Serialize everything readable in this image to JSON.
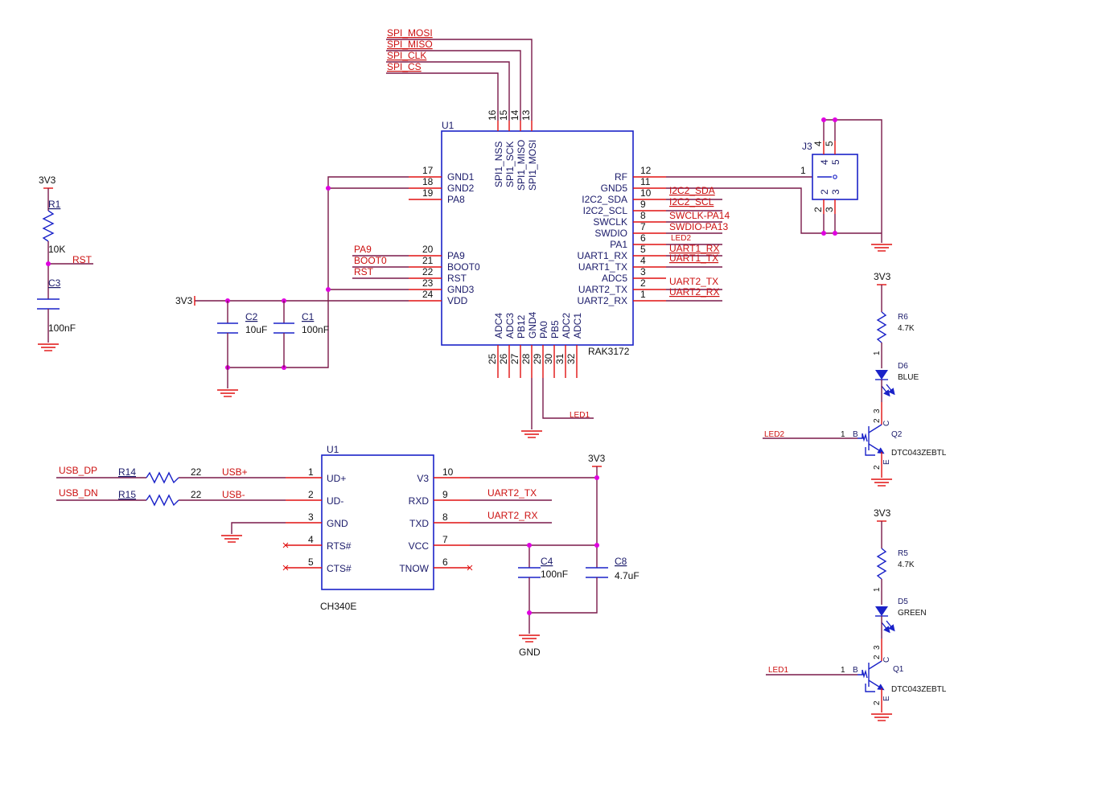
{
  "u1_rak": {
    "ref": "U1",
    "part": "RAK3172",
    "top_pins": [
      {
        "num": "16",
        "name": "SPI1_NSS"
      },
      {
        "num": "15",
        "name": "SPI1_SCK"
      },
      {
        "num": "14",
        "name": "SPI1_MISO"
      },
      {
        "num": "13",
        "name": "SPI1_MOSI"
      }
    ],
    "left_pins": [
      {
        "num": "17",
        "name": "GND1"
      },
      {
        "num": "18",
        "name": "GND2"
      },
      {
        "num": "19",
        "name": "PA8"
      },
      {
        "num": "20",
        "name": "PA9"
      },
      {
        "num": "21",
        "name": "BOOT0"
      },
      {
        "num": "22",
        "name": "RST"
      },
      {
        "num": "23",
        "name": "GND3"
      },
      {
        "num": "24",
        "name": "VDD"
      }
    ],
    "right_pins": [
      {
        "num": "12",
        "name": "RF"
      },
      {
        "num": "11",
        "name": "GND5"
      },
      {
        "num": "10",
        "name": "I2C2_SDA"
      },
      {
        "num": "9",
        "name": "I2C2_SCL"
      },
      {
        "num": "8",
        "name": "SWCLK"
      },
      {
        "num": "7",
        "name": "SWDIO"
      },
      {
        "num": "6",
        "name": "PA1"
      },
      {
        "num": "5",
        "name": "UART1_RX"
      },
      {
        "num": "4",
        "name": "UART1_TX"
      },
      {
        "num": "3",
        "name": "ADC5"
      },
      {
        "num": "2",
        "name": "UART2_TX"
      },
      {
        "num": "1",
        "name": "UART2_RX"
      }
    ],
    "bottom_pins": [
      {
        "num": "25",
        "name": "ADC4"
      },
      {
        "num": "26",
        "name": "ADC3"
      },
      {
        "num": "27",
        "name": "PB12"
      },
      {
        "num": "28",
        "name": "GND4"
      },
      {
        "num": "29",
        "name": "PA0"
      },
      {
        "num": "30",
        "name": "PB5"
      },
      {
        "num": "31",
        "name": "ADC2"
      },
      {
        "num": "32",
        "name": "ADC1"
      }
    ]
  },
  "nets": {
    "spi": [
      "SPI_MOSI",
      "SPI_MISO",
      "SPI_CLK",
      "SPI_CS"
    ],
    "left": [
      "PA9",
      "BOOT0",
      "RST"
    ],
    "right": [
      "I2C2_SDA",
      "I2C2_SCL",
      "SWCLK-PA14",
      "SWDIO-PA13",
      "LED2",
      "UART1_RX",
      "UART1_TX",
      "UART2_TX",
      "UART2_RX"
    ],
    "led1": "LED1",
    "rst": "RST",
    "v3v3": "3V3"
  },
  "passives": {
    "r1": {
      "ref": "R1",
      "value": "10K"
    },
    "c3": {
      "ref": "C3",
      "value": "100nF"
    },
    "c2": {
      "ref": "C2",
      "value": "10uF"
    },
    "c1": {
      "ref": "C1",
      "value": "100nF"
    },
    "r14": {
      "ref": "R14",
      "value": "22"
    },
    "r15": {
      "ref": "R15",
      "value": "22"
    },
    "c4": {
      "ref": "C4",
      "value": "100nF"
    },
    "c8": {
      "ref": "C8",
      "value": "4.7uF"
    },
    "r6": {
      "ref": "R6",
      "value": "4.7K"
    },
    "r5": {
      "ref": "R5",
      "value": "4.7K"
    }
  },
  "j3": {
    "ref": "J3",
    "pins": [
      "1",
      "2",
      "3",
      "4",
      "5"
    ]
  },
  "ch340": {
    "ref": "U1",
    "part": "CH340E",
    "left_pins": [
      {
        "num": "1",
        "name": "UD+"
      },
      {
        "num": "2",
        "name": "UD-"
      },
      {
        "num": "3",
        "name": "GND"
      },
      {
        "num": "4",
        "name": "RTS#"
      },
      {
        "num": "5",
        "name": "CTS#"
      }
    ],
    "right_pins": [
      {
        "num": "10",
        "name": "V3"
      },
      {
        "num": "9",
        "name": "RXD"
      },
      {
        "num": "8",
        "name": "TXD"
      },
      {
        "num": "7",
        "name": "VCC"
      },
      {
        "num": "6",
        "name": "TNOW"
      }
    ],
    "nets": {
      "usb_dp": "USB_DP",
      "usb_dn": "USB_DN",
      "usbp": "USB+",
      "usbm": "USB-",
      "tx": "UART2_TX",
      "rx": "UART2_RX",
      "gnd": "GND"
    }
  },
  "led_blue": {
    "d_ref": "D6",
    "color": "BLUE",
    "q_ref": "Q2",
    "q_part": "DTC043ZEBTL",
    "net": "LED2"
  },
  "led_green": {
    "d_ref": "D5",
    "color": "GREEN",
    "q_ref": "Q1",
    "q_part": "DTC043ZEBTL",
    "net": "LED1"
  },
  "pin_nums": {
    "one": "1",
    "two": "2",
    "three": "3"
  },
  "q_letters": {
    "b": "B",
    "c": "C",
    "e": "E"
  }
}
